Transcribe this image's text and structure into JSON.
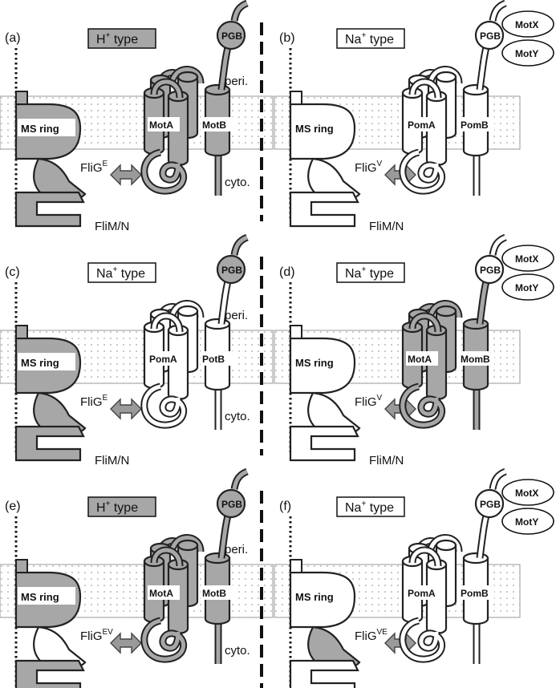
{
  "colors": {
    "dark": "#a7a7a7",
    "light": "#ffffff",
    "stroke": "#222222",
    "membrane_dot": "#9a9a9a"
  },
  "labels": {
    "ms_ring": "MS ring",
    "pgb": "PGB",
    "flim": "FliM/N",
    "fli_base": "FliG",
    "peri": "peri.",
    "cyto": "cyto.",
    "motx": "MotX",
    "moty": "MotY"
  },
  "panels": [
    {
      "tag": "(a)",
      "ion": "H",
      "ion_sup": "+",
      "ion_rest": " type",
      "ion_shaded": true,
      "rotor": "dark",
      "rotor_lower": "dark",
      "fli_sup": "E",
      "statorA": "MotA",
      "statorB": "MotB",
      "colorA": "dark",
      "colorB": "dark",
      "pgb": "dark",
      "motxy": false,
      "peri_cyto": true
    },
    {
      "tag": "(b)",
      "ion": "Na",
      "ion_sup": "+",
      "ion_rest": " type",
      "ion_shaded": false,
      "rotor": "light",
      "rotor_lower": "light",
      "fli_sup": "V",
      "statorA": "PomA",
      "statorB": "PomB",
      "colorA": "light",
      "colorB": "light",
      "pgb": "light",
      "motxy": true,
      "peri_cyto": false
    },
    {
      "tag": "(c)",
      "ion": "Na",
      "ion_sup": "+",
      "ion_rest": " type",
      "ion_shaded": false,
      "rotor": "dark",
      "rotor_lower": "dark",
      "fli_sup": "E",
      "statorA": "PomA",
      "statorB": "PotB",
      "colorA": "light",
      "colorB": "light",
      "pgb": "dark",
      "motxy": false,
      "peri_cyto": true
    },
    {
      "tag": "(d)",
      "ion": "Na",
      "ion_sup": "+",
      "ion_rest": " type",
      "ion_shaded": false,
      "rotor": "light",
      "rotor_lower": "light",
      "fli_sup": "V",
      "statorA": "MotA",
      "statorB": "MomB",
      "colorA": "dark",
      "colorB": "dark",
      "pgb": "light",
      "motxy": true,
      "peri_cyto": false
    },
    {
      "tag": "(e)",
      "ion": "H",
      "ion_sup": "+",
      "ion_rest": " type",
      "ion_shaded": true,
      "rotor": "dark",
      "rotor_lower": "light",
      "fli_sup": "EV",
      "statorA": "MotA",
      "statorB": "MotB",
      "colorA": "dark",
      "colorB": "dark",
      "pgb": "dark",
      "motxy": false,
      "peri_cyto": true
    },
    {
      "tag": "(f)",
      "ion": "Na",
      "ion_sup": "+",
      "ion_rest": " type",
      "ion_shaded": false,
      "rotor": "light",
      "rotor_lower": "dark",
      "fli_sup": "VE",
      "statorA": "PomA",
      "statorB": "PomB",
      "colorA": "light",
      "colorB": "light",
      "pgb": "light",
      "motxy": true,
      "peri_cyto": false
    }
  ]
}
